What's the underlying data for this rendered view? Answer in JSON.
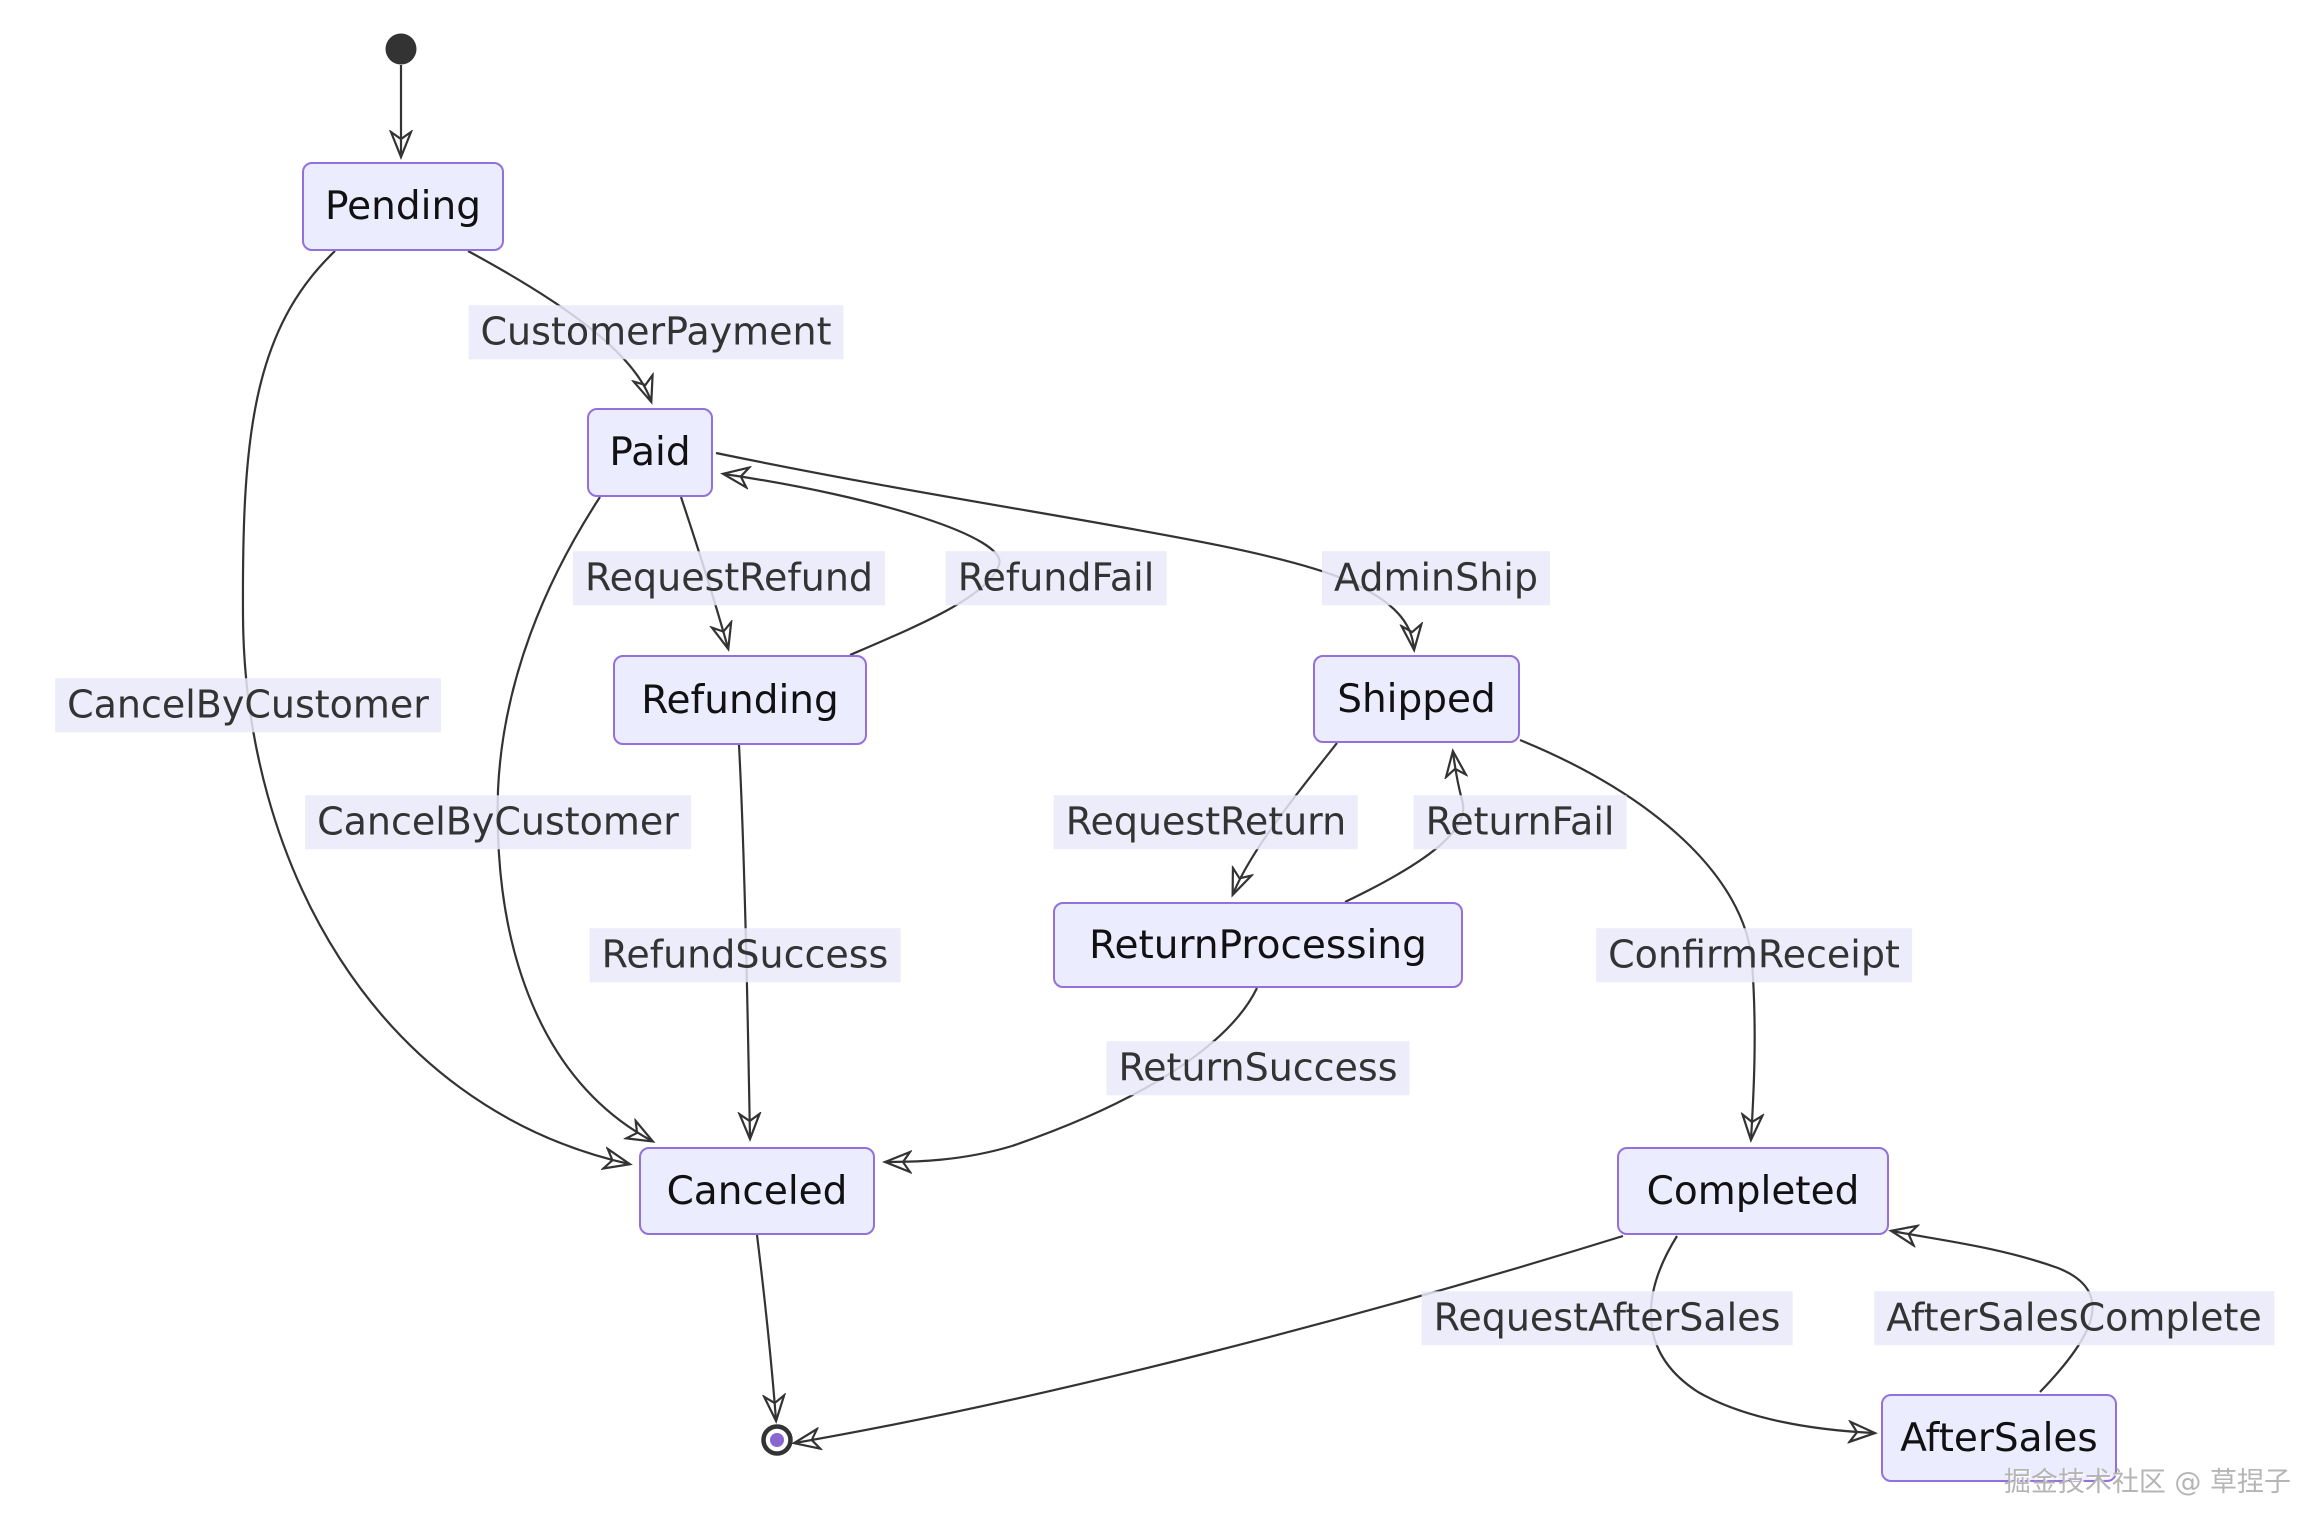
{
  "diagram": {
    "type": "state-machine",
    "subject": "order-status-flow"
  },
  "states": [
    {
      "id": "start",
      "kind": "initial",
      "label": ""
    },
    {
      "id": "pending",
      "label": "Pending"
    },
    {
      "id": "paid",
      "label": "Paid"
    },
    {
      "id": "refunding",
      "label": "Refunding"
    },
    {
      "id": "shipped",
      "label": "Shipped"
    },
    {
      "id": "return-processing",
      "label": "ReturnProcessing"
    },
    {
      "id": "canceled",
      "label": "Canceled"
    },
    {
      "id": "completed",
      "label": "Completed"
    },
    {
      "id": "after-sales",
      "label": "AfterSales"
    },
    {
      "id": "end",
      "kind": "final",
      "label": ""
    }
  ],
  "transitions": [
    {
      "from": "start",
      "to": "Pending",
      "label": ""
    },
    {
      "from": "Pending",
      "to": "Paid",
      "label": "CustomerPayment"
    },
    {
      "from": "Pending",
      "to": "Canceled",
      "label": "CancelByCustomer"
    },
    {
      "from": "Paid",
      "to": "Refunding",
      "label": "RequestRefund"
    },
    {
      "from": "Refunding",
      "to": "Paid",
      "label": "RefundFail"
    },
    {
      "from": "Paid",
      "to": "Shipped",
      "label": "AdminShip"
    },
    {
      "from": "Paid",
      "to": "Canceled",
      "label": "CancelByCustomer"
    },
    {
      "from": "Refunding",
      "to": "Canceled",
      "label": "RefundSuccess"
    },
    {
      "from": "Shipped",
      "to": "ReturnProcessing",
      "label": "RequestReturn"
    },
    {
      "from": "ReturnProcessing",
      "to": "Shipped",
      "label": "ReturnFail"
    },
    {
      "from": "Shipped",
      "to": "Completed",
      "label": "ConfirmReceipt"
    },
    {
      "from": "ReturnProcessing",
      "to": "Canceled",
      "label": "ReturnSuccess"
    },
    {
      "from": "Canceled",
      "to": "end",
      "label": ""
    },
    {
      "from": "Completed",
      "to": "end",
      "label": ""
    },
    {
      "from": "Completed",
      "to": "AfterSales",
      "label": "RequestAfterSales"
    },
    {
      "from": "AfterSales",
      "to": "Completed",
      "label": "AfterSalesComplete"
    }
  ],
  "colors": {
    "background": "#ffffff",
    "node_fill": "#ECECFF",
    "node_border": "#9370DB",
    "node_text": "#111111",
    "edge": "#333333",
    "edge_label_bg": "#E9E9FA",
    "edge_label_text": "#333333",
    "start_dot": "#333333",
    "end_ring": "#333333",
    "end_inner_dot": "#8A66D2"
  },
  "watermark": {
    "text": "掘金技术社区 @ 草捏子"
  }
}
